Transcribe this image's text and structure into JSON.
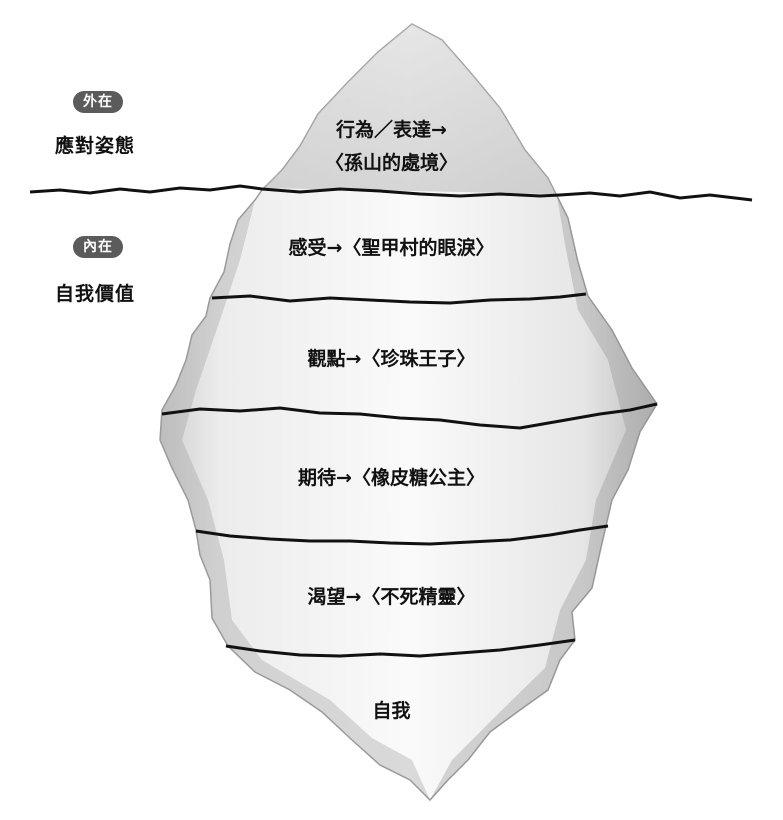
{
  "outer": {
    "badge": "外在",
    "label": "應對姿態"
  },
  "inner": {
    "badge": "內在",
    "label": "自我價值"
  },
  "layers": [
    {
      "line1": "行為／表達→",
      "line2": "〈孫山的處境〉"
    },
    {
      "line1": "感受→〈聖甲村的眼淚〉"
    },
    {
      "line1": "觀點→〈珍珠王子〉"
    },
    {
      "line1": "期待→〈橡皮糖公主〉"
    },
    {
      "line1": "渴望→〈不死精靈〉"
    },
    {
      "line1": "自我"
    }
  ]
}
